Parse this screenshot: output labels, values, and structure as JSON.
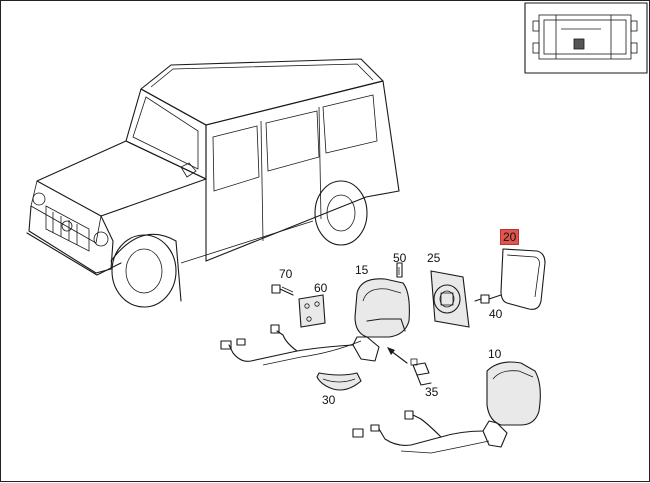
{
  "callouts": {
    "c10": "10",
    "c15": "15",
    "c20": "20",
    "c25": "25",
    "c30": "30",
    "c35": "35",
    "c40": "40",
    "c50": "50",
    "c60": "60",
    "c70": "70"
  },
  "highlight_color": "#e0564f"
}
